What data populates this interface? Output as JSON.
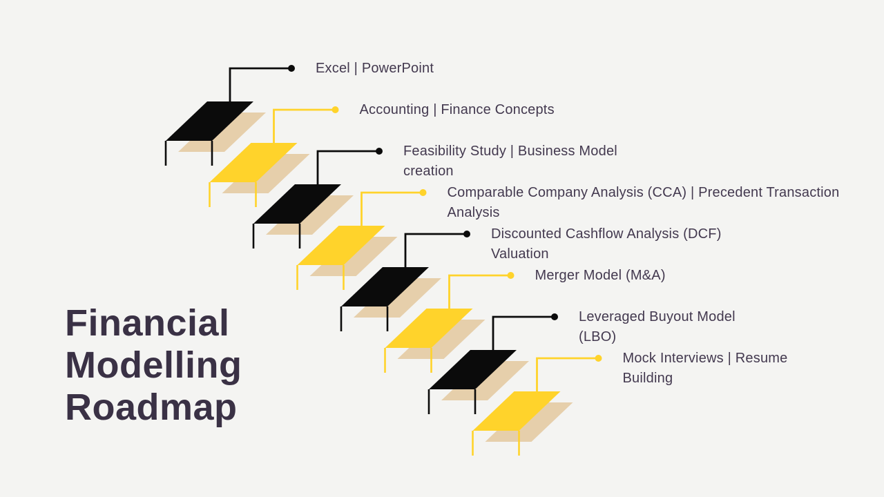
{
  "colors": {
    "background": "#f4f4f2",
    "step_black": "#0b0b0b",
    "step_yellow": "#ffd32b",
    "shadow": "#e6cfab",
    "label_text": "#43394f",
    "title_text": "#3a3145"
  },
  "title": {
    "lines": [
      "Financial",
      "Modelling",
      "Roadmap"
    ]
  },
  "steps": [
    {
      "order": 1,
      "color": "black",
      "label_lines": [
        "Excel | PowerPoint"
      ]
    },
    {
      "order": 2,
      "color": "yellow",
      "label_lines": [
        "Accounting | Finance Concepts"
      ]
    },
    {
      "order": 3,
      "color": "black",
      "label_lines": [
        "Feasibility Study | Business Model",
        "creation"
      ]
    },
    {
      "order": 4,
      "color": "yellow",
      "label_lines": [
        "Comparable Company Analysis (CCA) | Precedent Transaction",
        "Analysis"
      ]
    },
    {
      "order": 5,
      "color": "black",
      "label_lines": [
        "Discounted Cashflow Analysis (DCF)",
        "Valuation"
      ]
    },
    {
      "order": 6,
      "color": "yellow",
      "label_lines": [
        "Merger Model (M&A)"
      ]
    },
    {
      "order": 7,
      "color": "black",
      "label_lines": [
        "Leveraged Buyout Model",
        "(LBO)"
      ]
    },
    {
      "order": 8,
      "color": "yellow",
      "label_lines": [
        "Mock Interviews | Resume",
        "Building"
      ]
    }
  ]
}
